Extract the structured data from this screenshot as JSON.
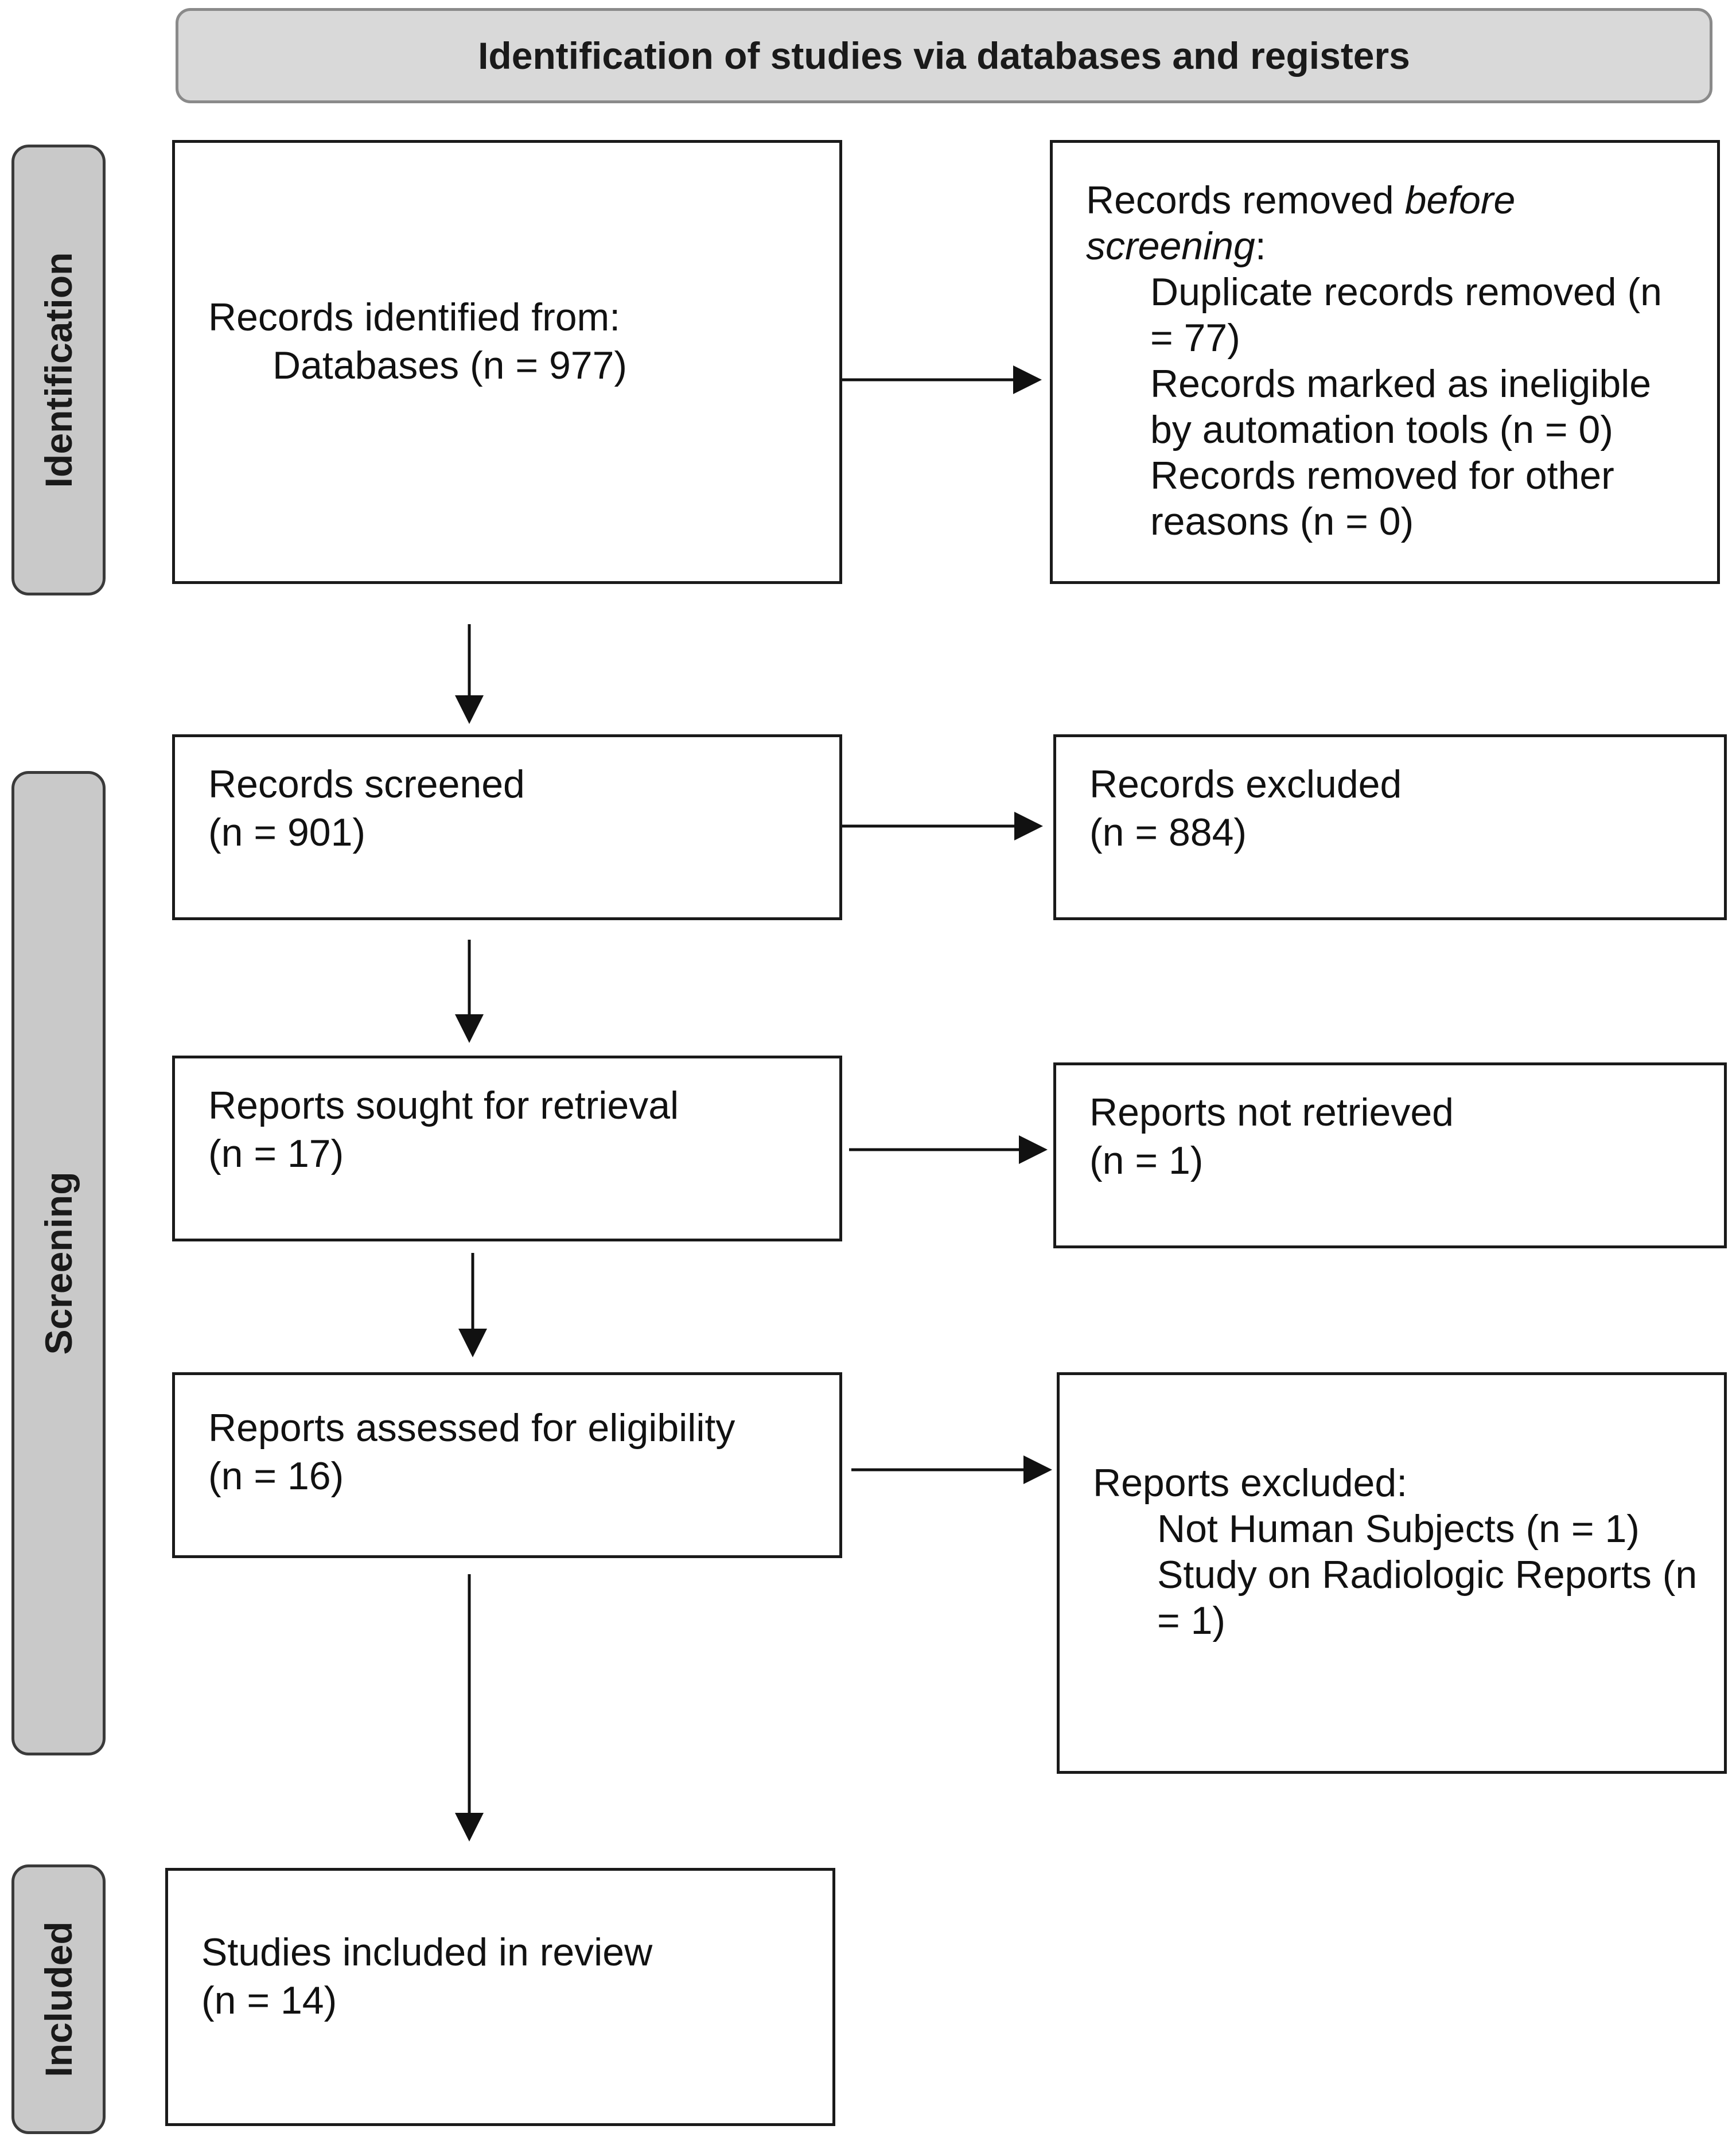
{
  "header": {
    "title": "Identification of studies via databases and registers"
  },
  "phases": {
    "identification": "Identification",
    "screening": "Screening",
    "included": "Included"
  },
  "identified": {
    "line1": "Records identified from:",
    "line2": "Databases (n = 977)"
  },
  "removed": {
    "intro_plain": "Records removed ",
    "intro_italic": "before screening",
    "intro_end": ":",
    "item1": "Duplicate records removed (n = 77)",
    "item2": "Records marked as ineligible by automation tools (n = 0)",
    "item3": "Records removed for other reasons (n = 0)"
  },
  "screened": {
    "line1": "Records screened",
    "line2": "(n = 901)"
  },
  "excluded_records": {
    "line1": "Records excluded",
    "line2": "(n = 884)"
  },
  "sought": {
    "line1": "Reports sought for retrieval",
    "line2": "(n = 17)"
  },
  "not_retrieved": {
    "line1": "Reports not retrieved",
    "line2": "(n = 1)"
  },
  "assessed": {
    "line1": "Reports assessed for eligibility",
    "line2": "(n = 16)"
  },
  "reports_excluded": {
    "line1": "Reports excluded:",
    "item1": "Not Human Subjects (n = 1)",
    "item2": "Study on Radiologic Reports (n = 1)"
  },
  "included": {
    "line1": "Studies included in review",
    "line2": "(n = 14)"
  }
}
